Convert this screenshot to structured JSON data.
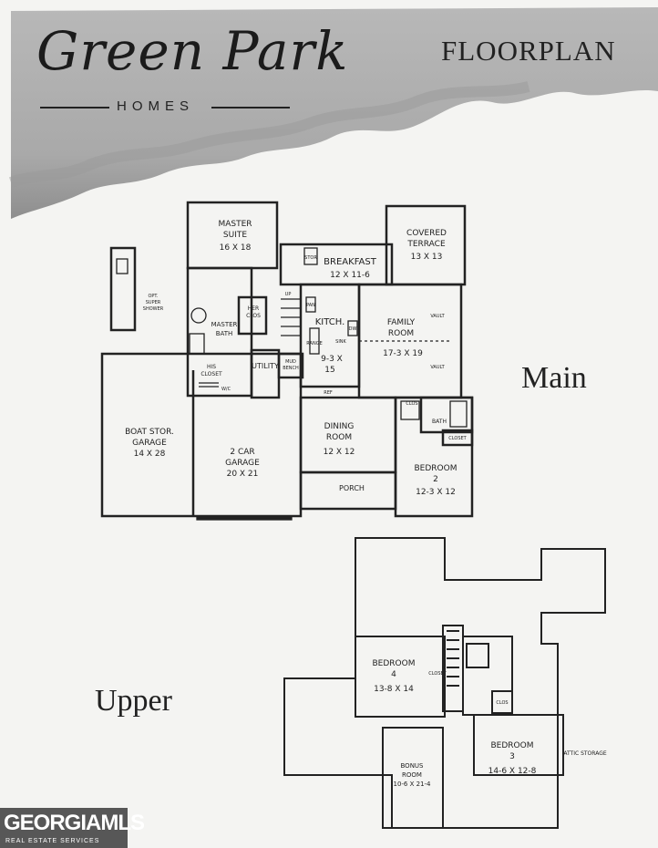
{
  "header": {
    "logo_script": "Green Park",
    "logo_sub": "HOMES",
    "title": "FLOORPLAN"
  },
  "labels": {
    "main": "Main",
    "upper": "Upper"
  },
  "main_floor_rooms": {
    "master_suite": "MASTER",
    "master_suite_2": "SUITE",
    "master_suite_dim": "16 X 18",
    "breakfast": "BREAKFAST",
    "breakfast_dim": "12 X 11-6",
    "covered_terrace": "COVERED",
    "covered_terrace_2": "TERRACE",
    "covered_terrace_dim": "13 X 13",
    "family_room": "FAMILY",
    "family_room_2": "ROOM",
    "family_room_dim": "17-3 X 19",
    "kitchen": "KITCH.",
    "kitchen_dim": "9-3 X",
    "kitchen_dim_2": "15",
    "master_bath": "MASTER",
    "master_bath_2": "BATH",
    "his_closet": "HIS",
    "his_closet_2": "CLOSET",
    "her_closet": "HER",
    "her_closet_2": "CLOS",
    "utility": "UTILITY",
    "mud_bench": "MUD",
    "mud_bench_2": "BENCH",
    "opt_shower": "OPT.",
    "opt_shower_2": "SUPER",
    "opt_shower_3": "SHOWER",
    "boat_garage": "BOAT STOR.",
    "boat_garage_2": "GARAGE",
    "boat_garage_dim": "14 X 28",
    "car_garage": "2 CAR",
    "car_garage_2": "GARAGE",
    "car_garage_dim": "20 X 21",
    "dining_room": "DINING",
    "dining_room_2": "ROOM",
    "dining_room_dim": "12 X 12",
    "porch": "PORCH",
    "bedroom2": "BEDROOM",
    "bedroom2_num": "2",
    "bedroom2_dim": "12-3 X 12",
    "bath": "BATH",
    "closet": "CLOSET",
    "clos": "CLOS",
    "stor": "STOR",
    "pan": "PAN",
    "range": "RANGE",
    "vault": "VAULT",
    "dw": "DW",
    "sink": "SINK",
    "ref": "REF",
    "up": "UP",
    "wic": "W/C"
  },
  "upper_floor_rooms": {
    "bedroom4": "BEDROOM",
    "bedroom4_num": "4",
    "bedroom4_dim": "13-8 X 14",
    "bedroom3": "BEDROOM",
    "bedroom3_num": "3",
    "bedroom3_dim": "14-6 X 12-8",
    "bonus_room": "BONUS",
    "bonus_room_2": "ROOM",
    "bonus_room_dim": "10-6 X 21-4",
    "attic_storage": "ATTIC STORAGE",
    "closet": "CLOSET",
    "clos": "CLOS"
  },
  "watermark": {
    "brand": "GEORGIAMLS",
    "sub": "REAL ESTATE SERVICES"
  }
}
